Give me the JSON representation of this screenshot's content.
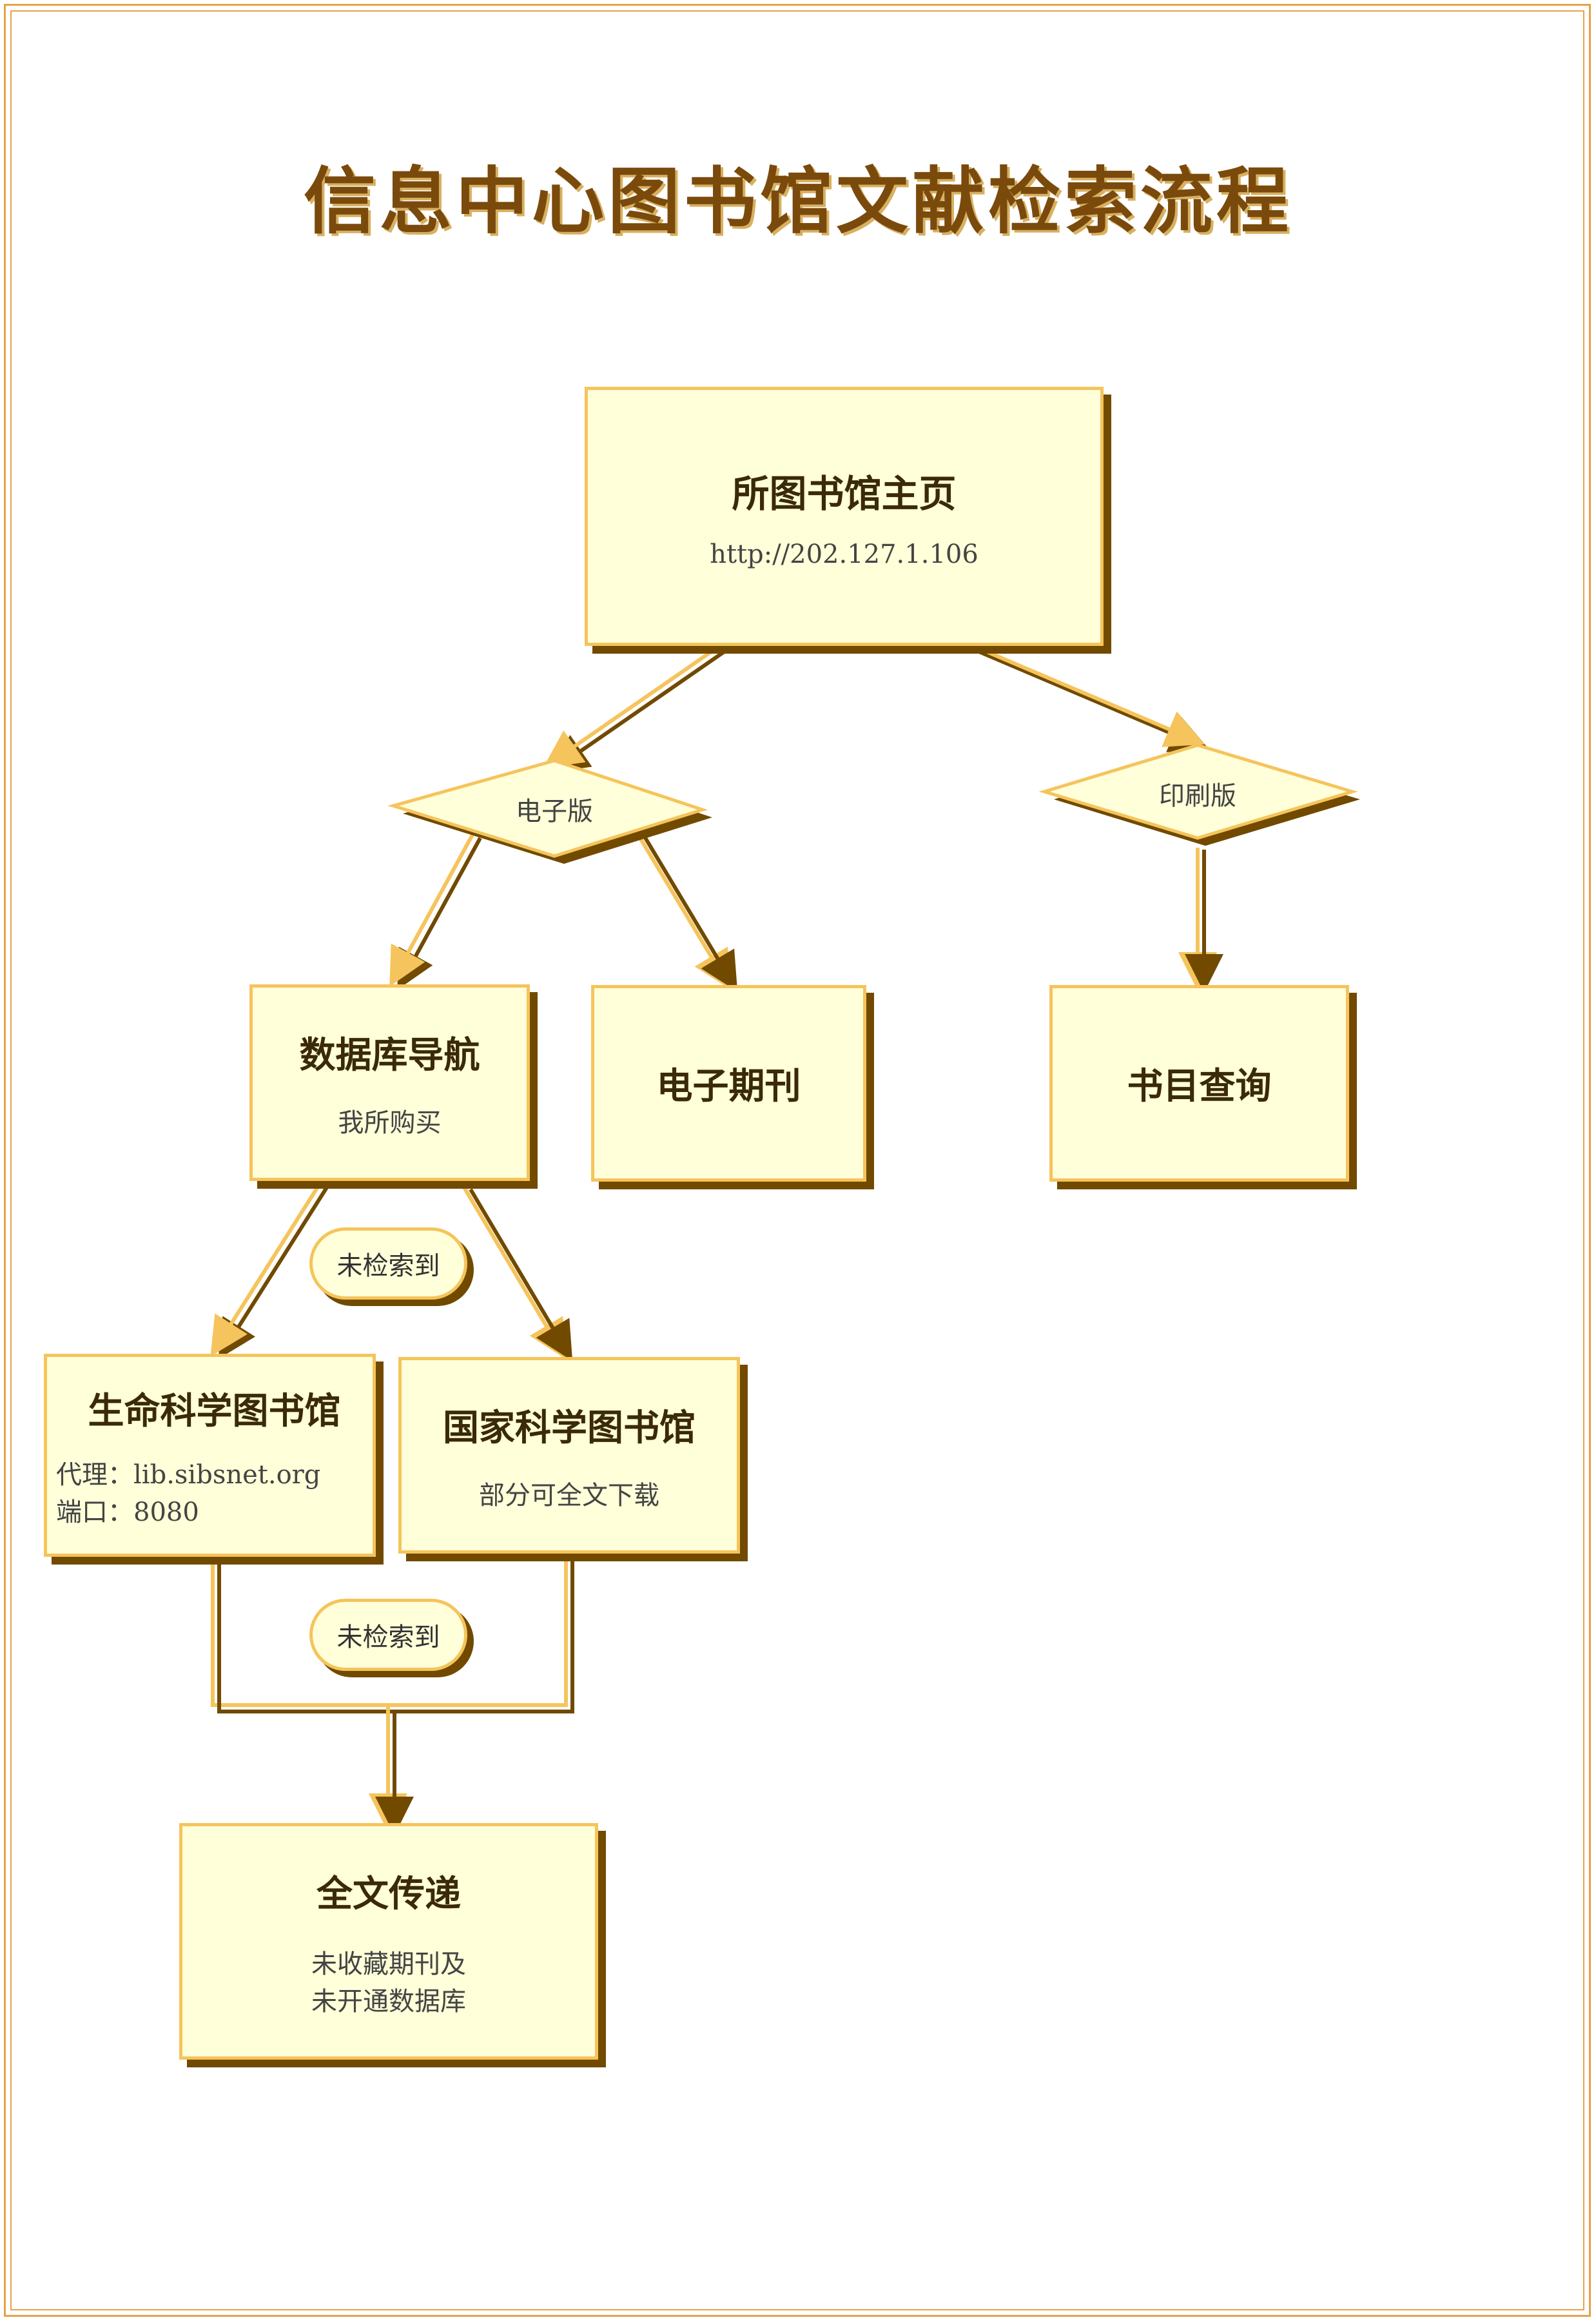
{
  "title": "信息中心图书馆文献检索流程",
  "nodes": {
    "home": {
      "title": "所图书馆主页",
      "sub": "http://202.127.1.106"
    },
    "electronic": {
      "label": "电子版"
    },
    "print": {
      "label": "印刷版"
    },
    "db_nav": {
      "title": "数据库导航",
      "sub": "我所购买"
    },
    "ejournal": {
      "title": "电子期刊"
    },
    "catalog": {
      "title": "书目查询"
    },
    "life_sci": {
      "title": "生命科学图书馆",
      "sub1": "代理：lib.sibsnet.org",
      "sub2": "端口：8080"
    },
    "nsl": {
      "title": "国家科学图书馆",
      "sub": "部分可全文下载"
    },
    "not_found_1": {
      "label": "未检索到"
    },
    "not_found_2": {
      "label": "未检索到"
    },
    "delivery": {
      "title": "全文传递",
      "sub1": "未收藏期刊及",
      "sub2": "未开通数据库"
    }
  },
  "colors": {
    "fill": "#ffffd9",
    "border": "#f5c45c",
    "shadow": "#714a00",
    "title": "#7a4a0c"
  }
}
